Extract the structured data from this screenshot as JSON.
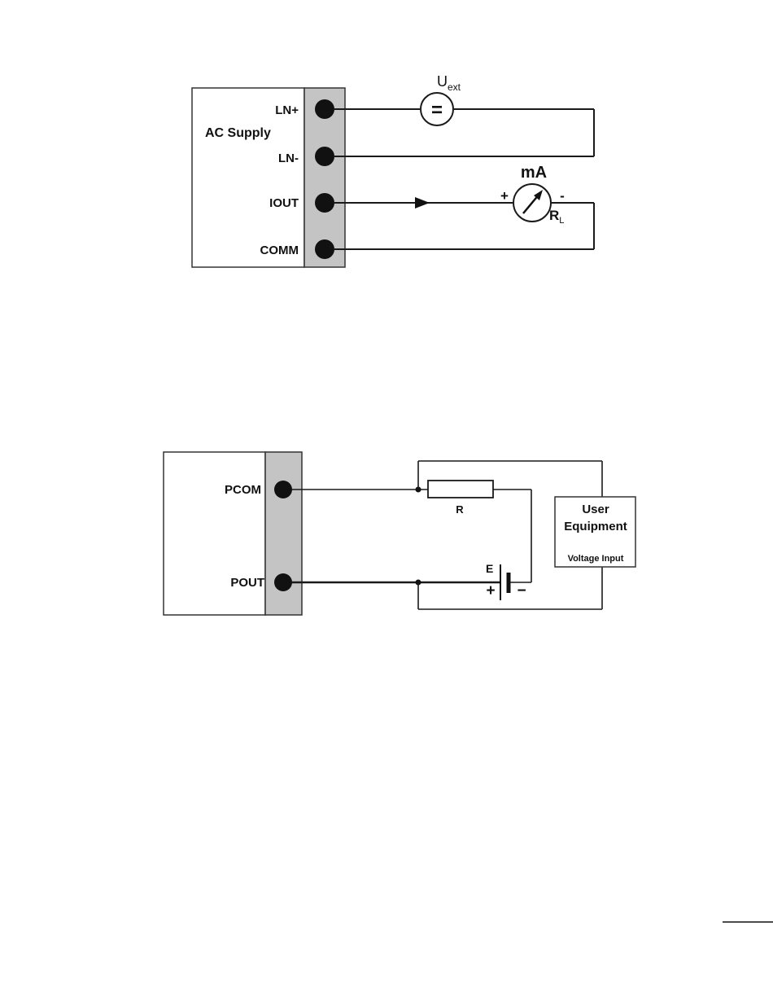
{
  "diagram1": {
    "device_label": "AC Supply",
    "terminals": [
      "LN+",
      "LN-",
      "IOUT",
      "COMM"
    ],
    "source_symbol": "=",
    "source_label_main": "U",
    "source_label_sub": "ext",
    "meter_unit": "mA",
    "meter_plus": "+",
    "meter_minus": "-",
    "load_label_main": "R",
    "load_label_sub": "L"
  },
  "diagram2": {
    "terminals": [
      "PCOM",
      "POUT"
    ],
    "resistor_label": "R",
    "battery_label": "E",
    "battery_plus": "+",
    "battery_minus": "−",
    "equipment_line1": "User",
    "equipment_line2": "Equipment",
    "equipment_line3": "Voltage Input"
  },
  "colors": {
    "terminal_block": "#c4c4c4",
    "wire": "#1a1a1a",
    "background": "#ffffff"
  }
}
